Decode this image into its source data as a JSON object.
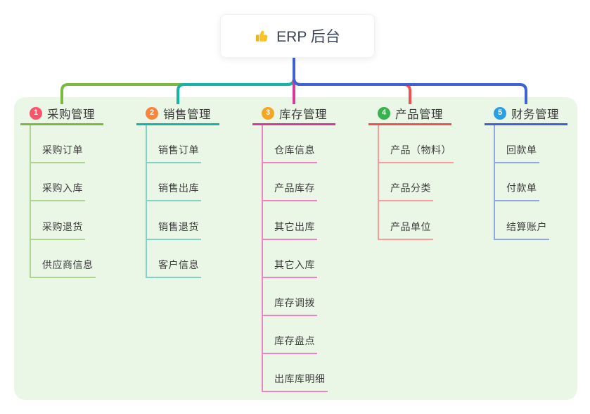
{
  "root": {
    "label": "ERP 后台",
    "icon": "thumbs-up-icon",
    "icon_color": "#f7c325",
    "connector_trunk_color": "#3e62d4"
  },
  "panel": {
    "background": "#ebf7e6"
  },
  "branches": [
    {
      "index": "1",
      "label": "采购管理",
      "line_color": "#7eb93f",
      "child_line_color": "#aed492",
      "badge_color": "#f7566a",
      "children": [
        "采购订单",
        "采购入库",
        "采购退货",
        "供应商信息"
      ]
    },
    {
      "index": "2",
      "label": "销售管理",
      "line_color": "#12b5a6",
      "child_line_color": "#84d1c8",
      "badge_color": "#f8853e",
      "children": [
        "销售订单",
        "销售出库",
        "销售退货",
        "客户信息"
      ]
    },
    {
      "index": "3",
      "label": "库存管理",
      "line_color": "#d6399b",
      "child_line_color": "#ee82c2",
      "badge_color": "#f5a623",
      "children": [
        "仓库信息",
        "产品库存",
        "其它出库",
        "其它入库",
        "库存调拨",
        "库存盘点",
        "出库库明细"
      ]
    },
    {
      "index": "4",
      "label": "产品管理",
      "line_color": "#f0504f",
      "child_line_color": "#f79c9c",
      "badge_color": "#35b34e",
      "children": [
        "产品（物料）",
        "产品分类",
        "产品单位"
      ]
    },
    {
      "index": "5",
      "label": "财务管理",
      "line_color": "#3e62d4",
      "child_line_color": "#90a7e0",
      "badge_color": "#2b9fe3",
      "children": [
        "回款单",
        "付款单",
        "结算账户"
      ]
    }
  ]
}
